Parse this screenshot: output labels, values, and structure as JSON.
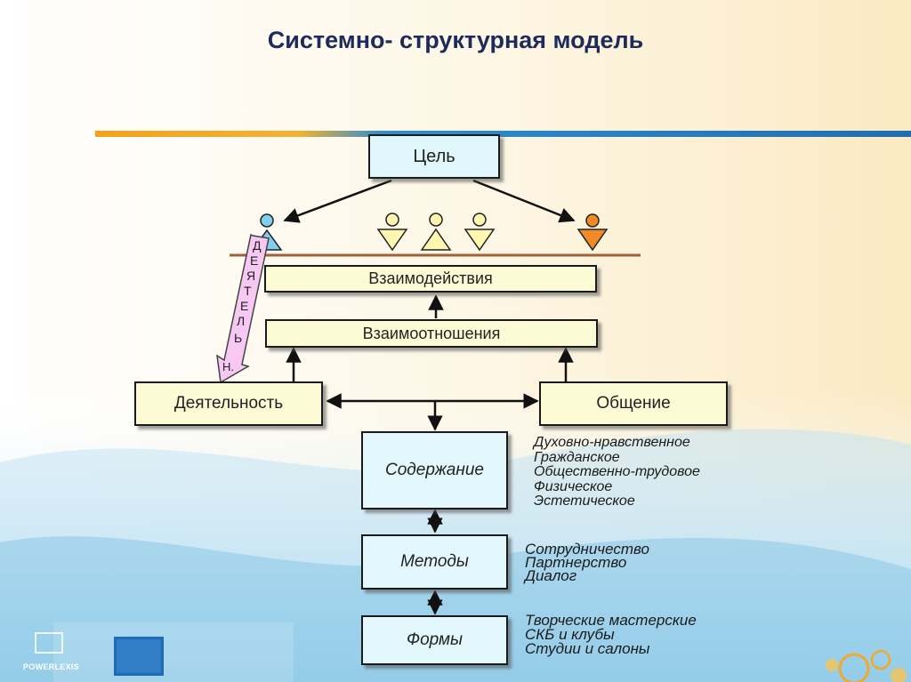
{
  "title": "Системно- структурная модель",
  "nodes": {
    "goal": "Цель",
    "interactions": "Взаимодействия",
    "relations": "Взаимоотношения",
    "activity": "Деятельность",
    "communication": "Общение",
    "content": "Содержание",
    "methods": "Методы",
    "forms": "Формы"
  },
  "vertical_arrow_letters": [
    "Д",
    "Е",
    "Я",
    "Т",
    "Е",
    "Л",
    "Ь",
    "Н."
  ],
  "content_items": [
    "Духовно-нравственное",
    "Гражданское",
    "Общественно-трудовое",
    "Физическое",
    "Эстетическое"
  ],
  "methods_items": [
    "Сотрудничество",
    "Партнерство",
    "Диалог"
  ],
  "forms_items": [
    "Творческие мастерские",
    "СКБ и клубы",
    "Студии и салоны"
  ],
  "logo": "POWERLEXIS",
  "colors": {
    "figure_blue": "#7fd0ee",
    "figure_yellow": "#fff7b0",
    "figure_orange": "#f08a28",
    "goal_fill": "#dff6fb",
    "bar_fill": "#fdfbd5",
    "arrow_pink": "#f6c8f2",
    "title_color": "#1d2a5c"
  }
}
